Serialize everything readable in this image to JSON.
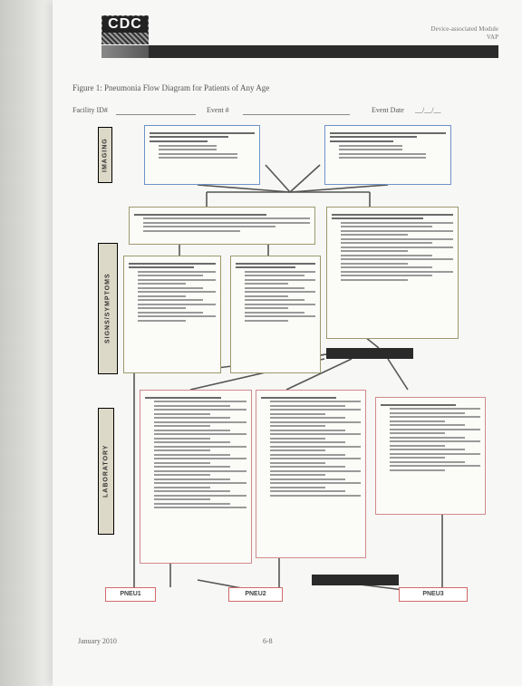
{
  "header": {
    "logo_text": "CDC",
    "right_line1": "Device-associated Module",
    "right_line2": "VAP"
  },
  "figure_title": "Figure 1: Pneumonia Flow Diagram for Patients of Any Age",
  "form": {
    "facility_label": "Facility ID#",
    "event_label": "Event #",
    "date_label": "Event Date",
    "date_placeholder": "__/__/__"
  },
  "sections": {
    "imaging": "IMAGING",
    "signs_symptoms": "SIGNS/SYMPTOMS",
    "laboratory": "LABORATORY"
  },
  "connectors": {
    "mid": "",
    "bottom": ""
  },
  "outcomes": [
    "PNEU1",
    "PNEU2",
    "PNEU3"
  ],
  "footer": {
    "left": "January 2010",
    "center": "6-8"
  },
  "colors": {
    "imaging_border": "#6e93c8",
    "signs_border": "#9c9a6e",
    "lab_border": "#d18a8a",
    "outcome_border": "#d36a6a"
  }
}
